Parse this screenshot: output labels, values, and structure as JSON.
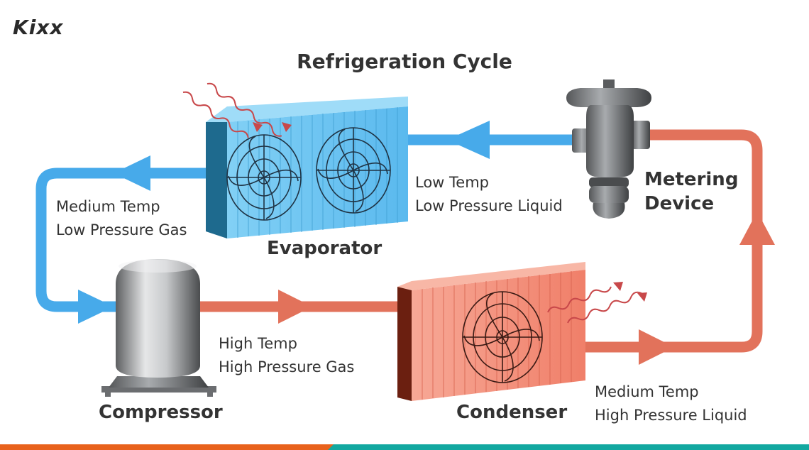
{
  "brand": {
    "logo_text": "Kixx"
  },
  "title": "Refrigeration Cycle",
  "components": {
    "evaporator": "Evaporator",
    "compressor": "Compressor",
    "condenser": "Condenser",
    "metering_device_line1": "Metering",
    "metering_device_line2": "Device"
  },
  "states": {
    "evap_to_comp": {
      "line1": "Medium Temp",
      "line2": "Low Pressure Gas"
    },
    "metering_to_evap": {
      "line1": "Low Temp",
      "line2": "Low Pressure Liquid"
    },
    "comp_to_cond": {
      "line1": "High Temp",
      "line2": "High Pressure Gas"
    },
    "cond_to_metering": {
      "line1": "Medium Temp",
      "line2": "High Pressure Liquid"
    }
  },
  "colors": {
    "cold_pipe": "#47aaea",
    "hot_pipe": "#e2725b",
    "heat_wave": "#c8484a",
    "evaporator_fill": "#6ec4f2",
    "condenser_fill": "#f4917e",
    "footer_orange": "#e8621c",
    "footer_teal": "#13a8a0"
  }
}
